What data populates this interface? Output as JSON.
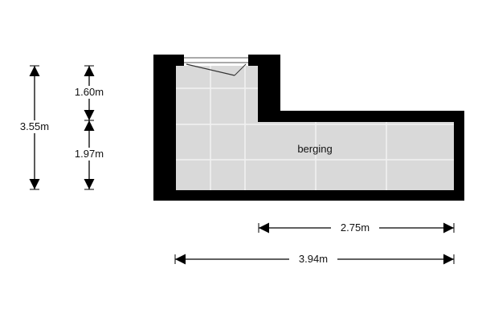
{
  "room": {
    "label": "berging"
  },
  "dimensions": {
    "total_height": "3.55m",
    "upper_height": "1.60m",
    "lower_height": "1.97m",
    "right_width": "2.75m",
    "total_width": "3.94m"
  },
  "colors": {
    "wall": "#000000",
    "floor": "#d8d8d8",
    "tile_line": "#f4f4f4",
    "dimension_line": "#000000"
  }
}
